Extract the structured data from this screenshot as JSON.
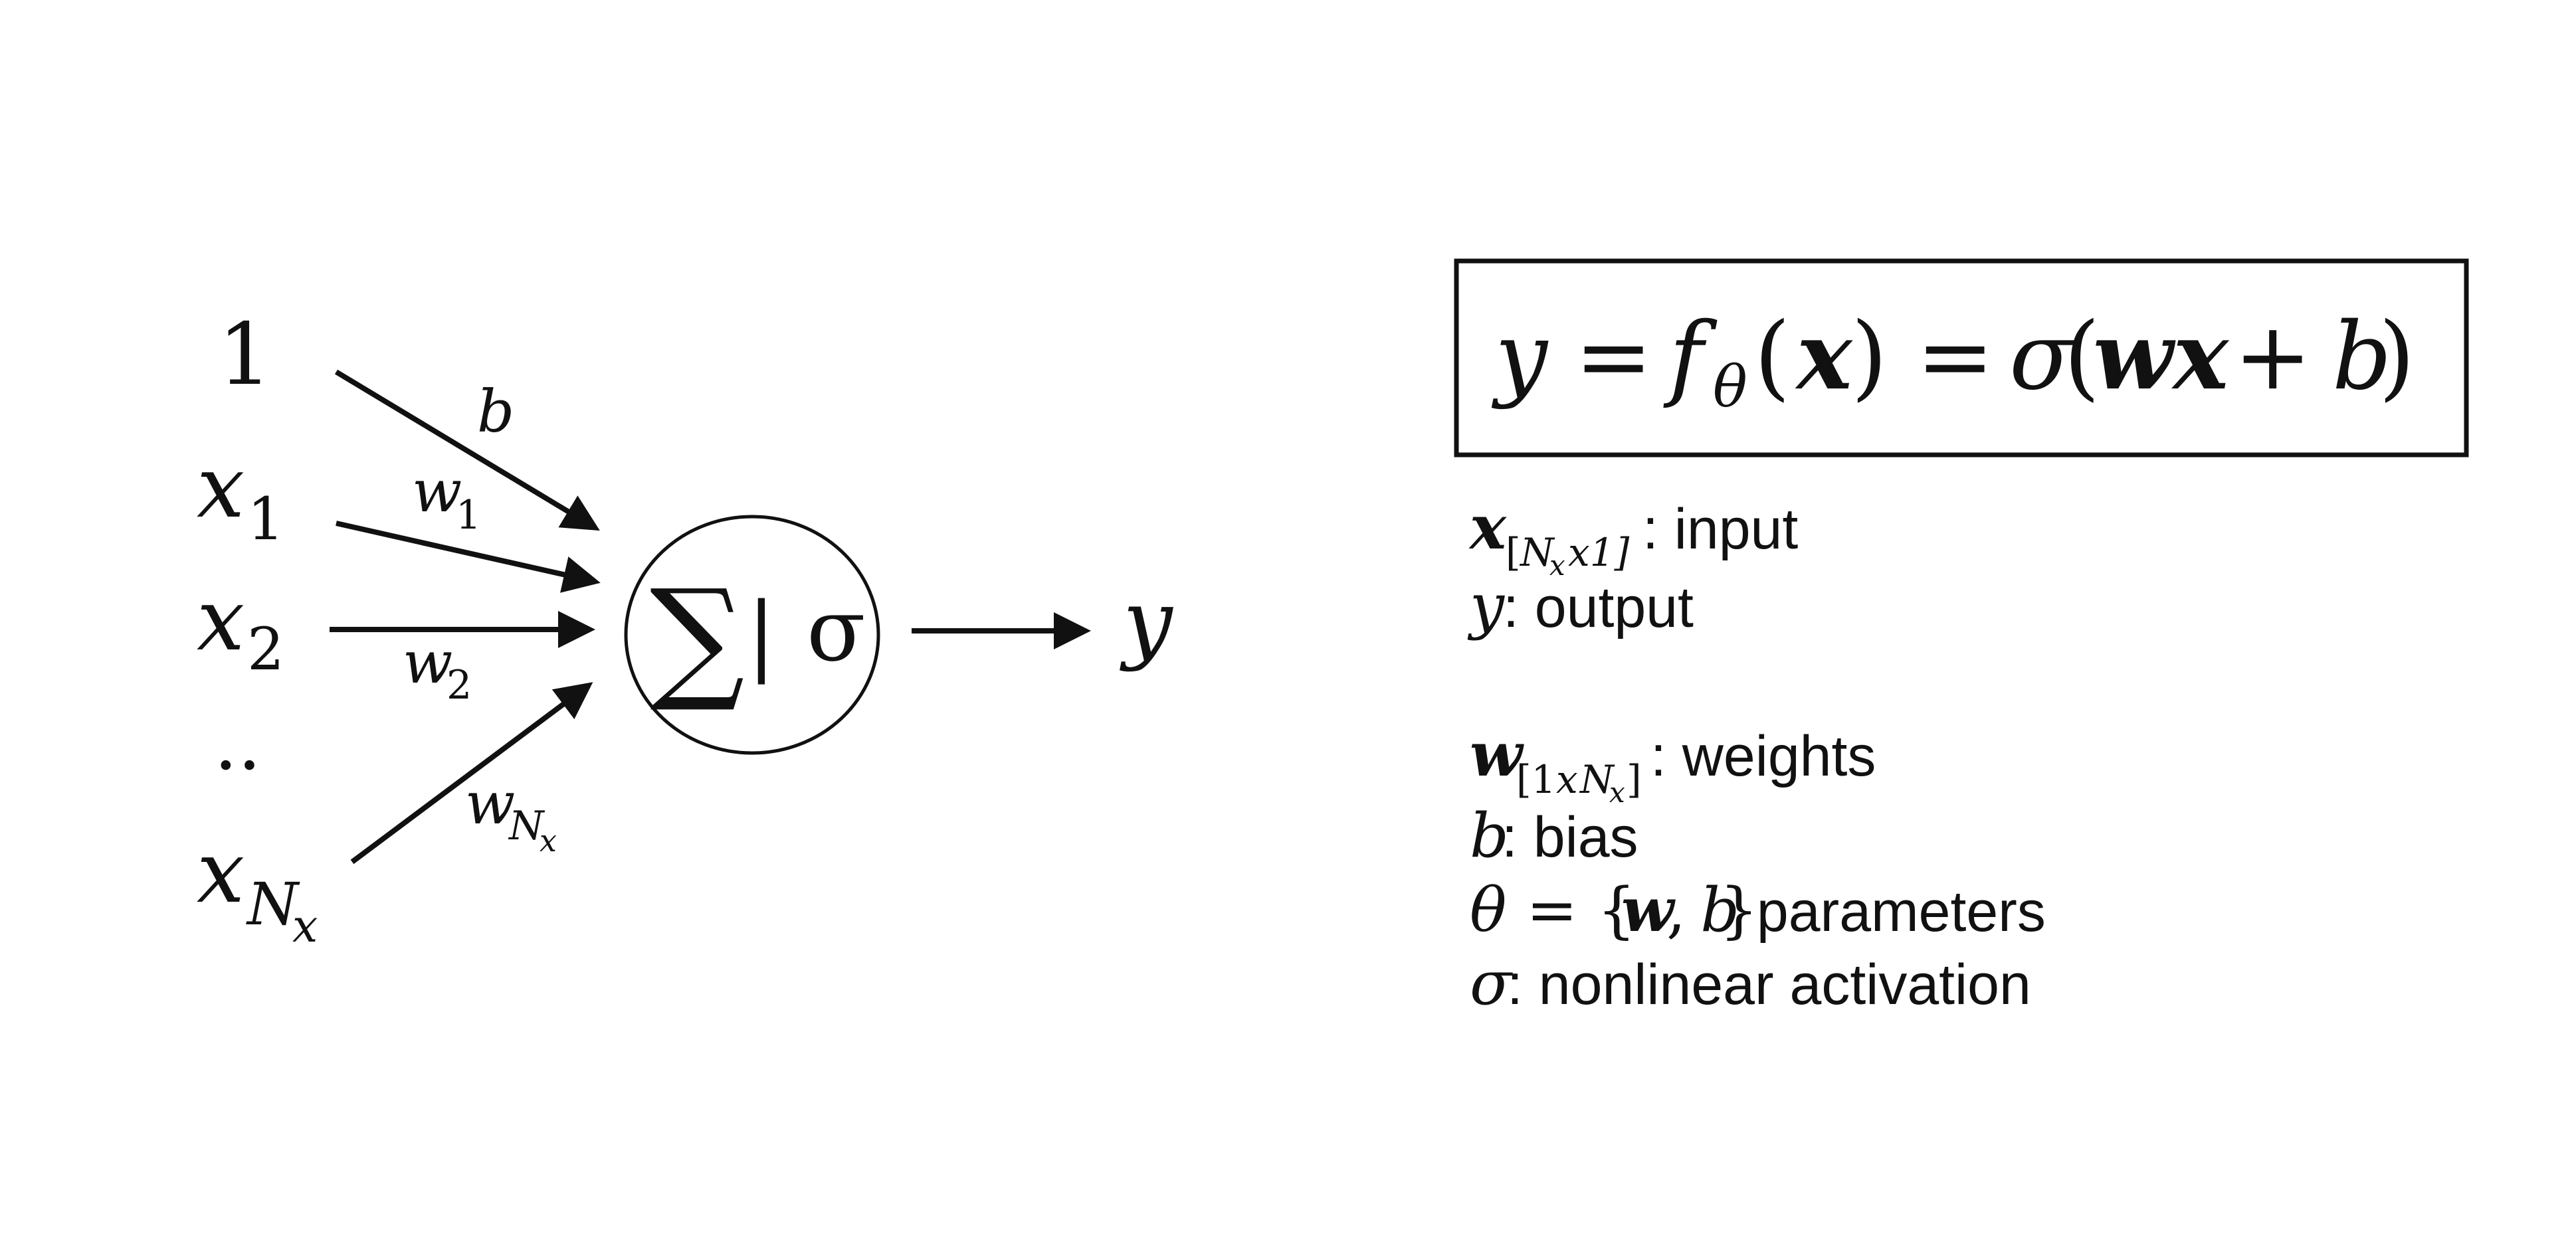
{
  "neuron": {
    "inputs": {
      "bias_input": "1",
      "x_main": "x",
      "sub_1": "1",
      "sub_2": "2",
      "ellipsis": "..",
      "sub_N": "N",
      "sub_x": "x"
    },
    "edges": {
      "bias_weight": "b",
      "w_main": "w",
      "sub_1": "1",
      "sub_2": "2",
      "sub_N": "N",
      "sub_x": "x"
    },
    "node": {
      "sum_symbol": "∑",
      "separator": "|",
      "activation": "σ"
    },
    "output": "y"
  },
  "formula": {
    "y": "y",
    "eq1": "=",
    "f": "f",
    "theta_sub": "θ",
    "open1": "(",
    "x": "x",
    "close1": ")",
    "eq2": "=",
    "sigma": "σ",
    "open2": "(",
    "wx": "wx",
    "plus": "+",
    "b": "b",
    "close2": ")"
  },
  "legend": {
    "x_item": {
      "symbol": "x",
      "sub_open": "[",
      "sub_N": "N",
      "sub_x_small": "x",
      "sub_rest": "x1]",
      "text": ": input"
    },
    "y_item": {
      "symbol": "y",
      "text": ": output"
    },
    "w_item": {
      "symbol": "w",
      "sub_pre": "[1",
      "sub_x": "x",
      "sub_N": "N",
      "sub_x_small": "x",
      "sub_close": "]",
      "text": ": weights"
    },
    "b_item": {
      "symbol": "b",
      "text": ": bias"
    },
    "theta_item": {
      "theta": "θ",
      "eq": " = {",
      "w": "w",
      "comma": ",",
      "b": " b",
      "close": "}",
      "text": " parameters"
    },
    "sigma_item": {
      "symbol": "σ",
      "text": ": nonlinear activation"
    }
  }
}
